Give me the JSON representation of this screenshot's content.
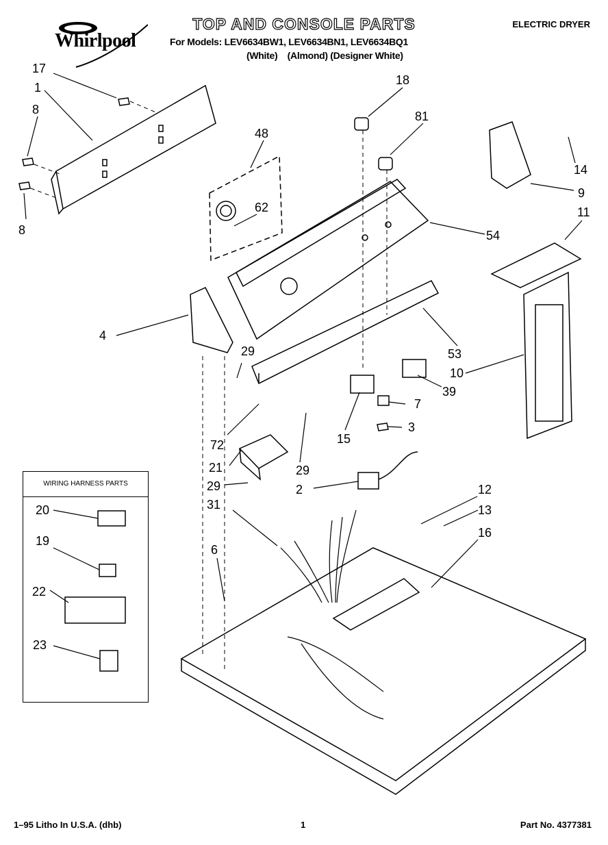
{
  "header": {
    "brand": "Whirlpool",
    "title": "TOP AND CONSOLE PARTS",
    "models_line": "For Models: LEV6634BW1, LEV6634BN1, LEV6634BQ1",
    "colors_line": "(White)    (Almond) (Designer White)",
    "doc_type": "ELECTRIC DRYER"
  },
  "harness_box": {
    "title": "WIRING HARNESS PARTS",
    "callouts": [
      "20",
      "19",
      "22",
      "23"
    ]
  },
  "callouts": [
    "17",
    "1",
    "8",
    "8",
    "48",
    "62",
    "18",
    "81",
    "14",
    "9",
    "54",
    "11",
    "4",
    "29",
    "53",
    "10",
    "39",
    "7",
    "3",
    "15",
    "72",
    "21",
    "29",
    "29",
    "2",
    "31",
    "12",
    "13",
    "16",
    "6"
  ],
  "footer": {
    "left": "1–95 Litho In U.S.A. (dhb)",
    "page": "1",
    "part_no": "Part No. 4377381"
  }
}
